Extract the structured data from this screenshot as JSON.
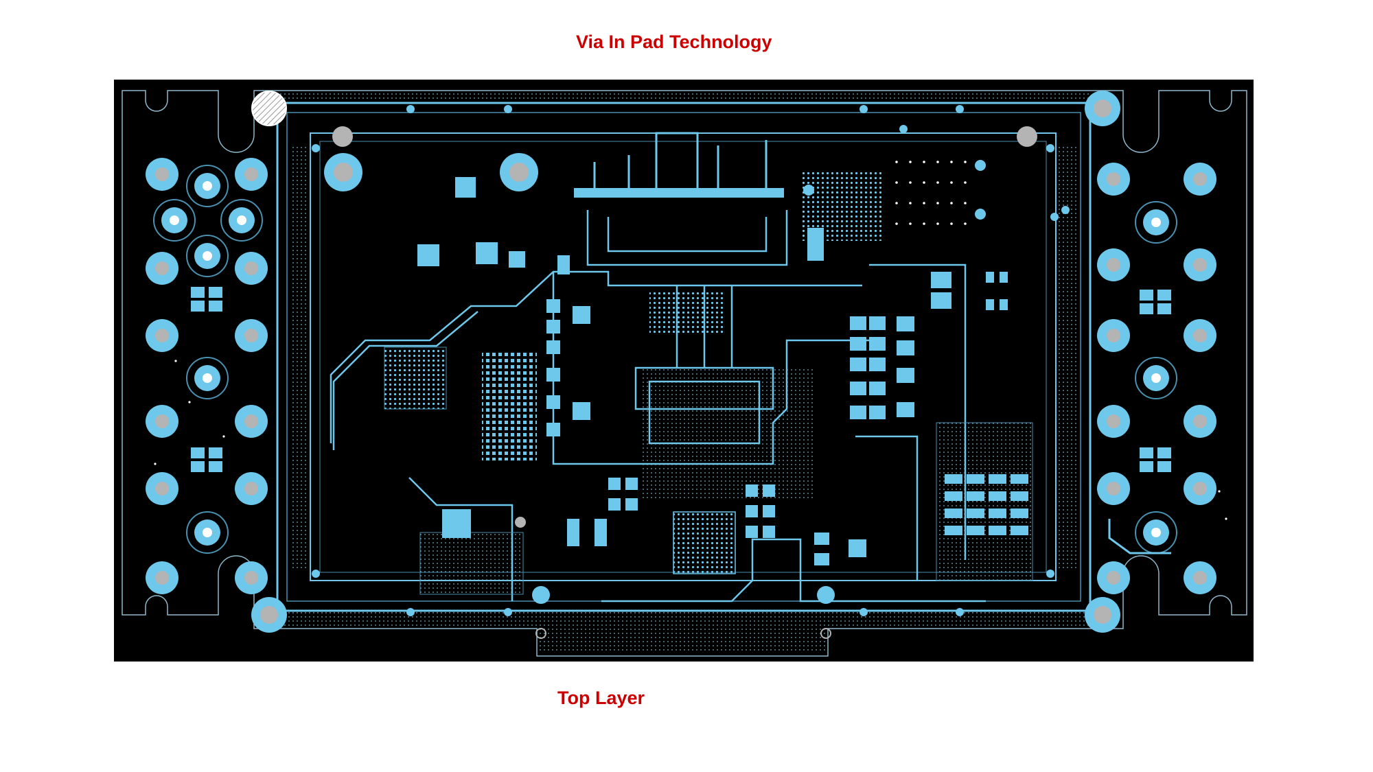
{
  "title": "Via In Pad Technology",
  "layer_label": "Top Layer",
  "colors": {
    "caption": "#cc0000",
    "board_background": "#000000",
    "copper": "#6ec8ec",
    "outline": "#8fb8cc",
    "hole": "#b4b4b4",
    "page": "#ffffff"
  },
  "icons": {
    "board": "pcb-layout-drawing"
  }
}
